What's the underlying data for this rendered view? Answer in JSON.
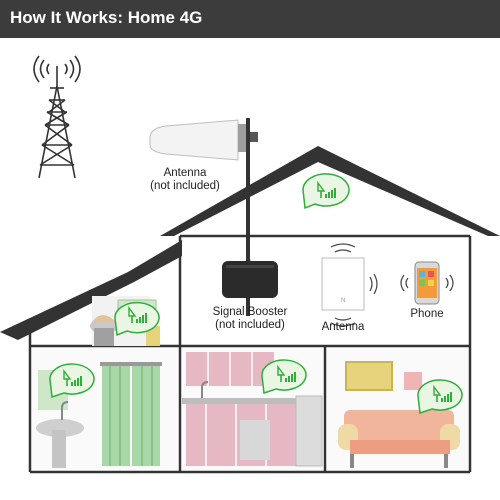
{
  "header": {
    "title": "How It Works: Home 4G"
  },
  "labels": {
    "outdoor_antenna": [
      "Antenna",
      "(not included)"
    ],
    "signal_booster": [
      "Signal Booster",
      "(not included)"
    ],
    "indoor_antenna": "Antenna",
    "phone": "Phone"
  },
  "colors": {
    "header_bg": "#3c3c3c",
    "signal_green": "#2fae3a",
    "bubble_fill": "#e8f6e3",
    "roof": "#333333",
    "kitchen_cabinet": "#e6b8c4",
    "sofa": "#f1b59b"
  },
  "icons": [
    "cell-tower-icon",
    "signal-bubble-icon",
    "smartphone-icon",
    "wave-icon"
  ]
}
